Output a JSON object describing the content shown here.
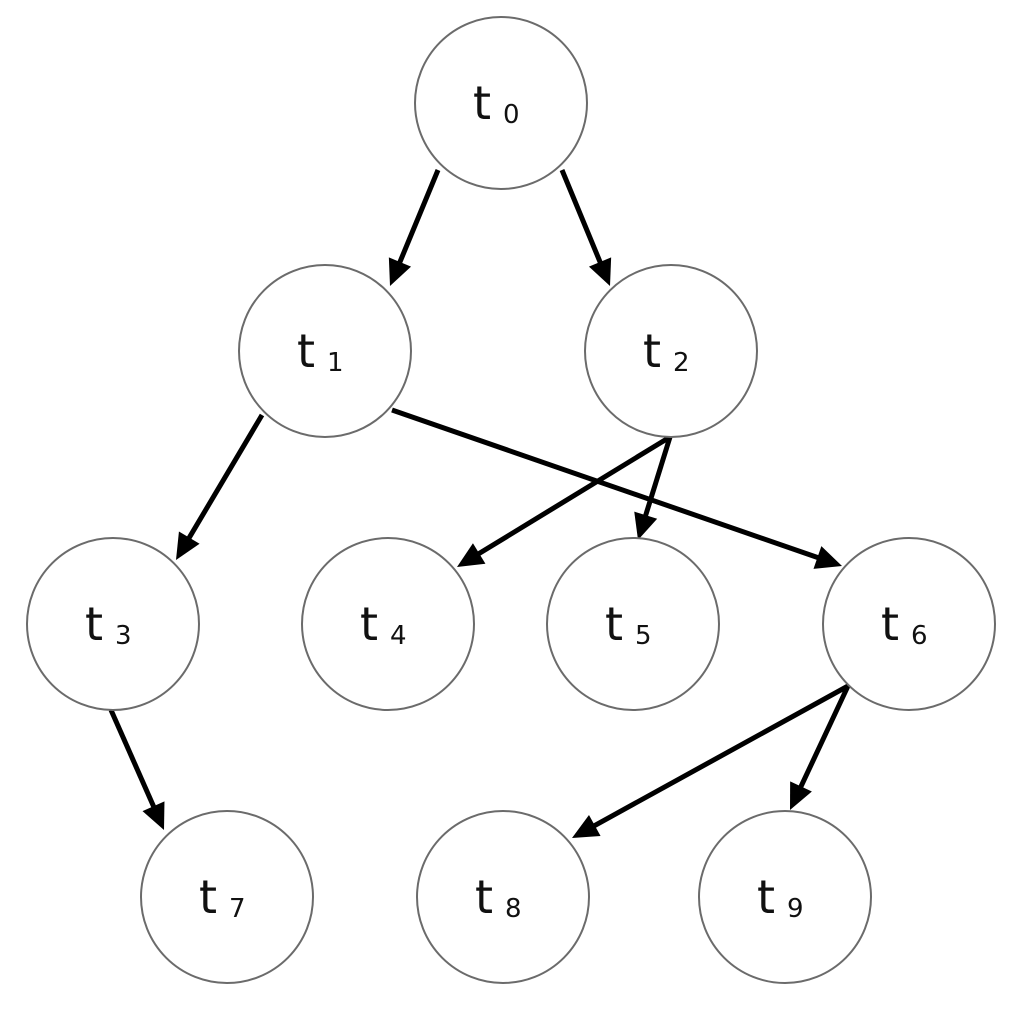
{
  "diagram": {
    "type": "directed-tree",
    "nodes": [
      {
        "id": "t0",
        "main": "t",
        "sub": "0"
      },
      {
        "id": "t1",
        "main": "t",
        "sub": "1"
      },
      {
        "id": "t2",
        "main": "t",
        "sub": "2"
      },
      {
        "id": "t3",
        "main": "t",
        "sub": "3"
      },
      {
        "id": "t4",
        "main": "t",
        "sub": "4"
      },
      {
        "id": "t5",
        "main": "t",
        "sub": "5"
      },
      {
        "id": "t6",
        "main": "t",
        "sub": "6"
      },
      {
        "id": "t7",
        "main": "t",
        "sub": "7"
      },
      {
        "id": "t8",
        "main": "t",
        "sub": "8"
      },
      {
        "id": "t9",
        "main": "t",
        "sub": "9"
      }
    ],
    "edges": [
      {
        "from": "t0",
        "to": "t1"
      },
      {
        "from": "t0",
        "to": "t2"
      },
      {
        "from": "t1",
        "to": "t3"
      },
      {
        "from": "t1",
        "to": "t6"
      },
      {
        "from": "t2",
        "to": "t4"
      },
      {
        "from": "t2",
        "to": "t5"
      },
      {
        "from": "t3",
        "to": "t7"
      },
      {
        "from": "t6",
        "to": "t8"
      },
      {
        "from": "t6",
        "to": "t9"
      }
    ]
  }
}
